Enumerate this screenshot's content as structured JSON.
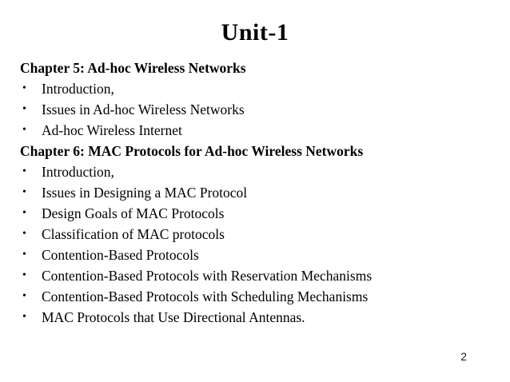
{
  "slide": {
    "title": "Unit-1",
    "page_number": "2",
    "bullet_glyph": "•",
    "content": [
      {
        "type": "heading",
        "text": "Chapter 5: Ad-hoc Wireless Networks"
      },
      {
        "type": "bullet",
        "text": "Introduction,"
      },
      {
        "type": "bullet",
        "text": "Issues in Ad-hoc Wireless Networks"
      },
      {
        "type": "bullet",
        "text": "Ad-hoc Wireless Internet"
      },
      {
        "type": "heading",
        "text": "Chapter 6: MAC Protocols for Ad-hoc Wireless Networks"
      },
      {
        "type": "bullet",
        "text": "Introduction,"
      },
      {
        "type": "bullet",
        "text": "Issues in Designing a MAC Protocol"
      },
      {
        "type": "bullet",
        "text": "Design Goals of MAC Protocols"
      },
      {
        "type": "bullet",
        "text": "Classification of MAC protocols"
      },
      {
        "type": "bullet",
        "text": "Contention-Based Protocols"
      },
      {
        "type": "bullet",
        "text": "Contention-Based Protocols with Reservation Mechanisms"
      },
      {
        "type": "bullet",
        "text": "Contention-Based Protocols with Scheduling Mechanisms"
      },
      {
        "type": "bullet",
        "text": "MAC Protocols that Use Directional Antennas."
      }
    ]
  }
}
